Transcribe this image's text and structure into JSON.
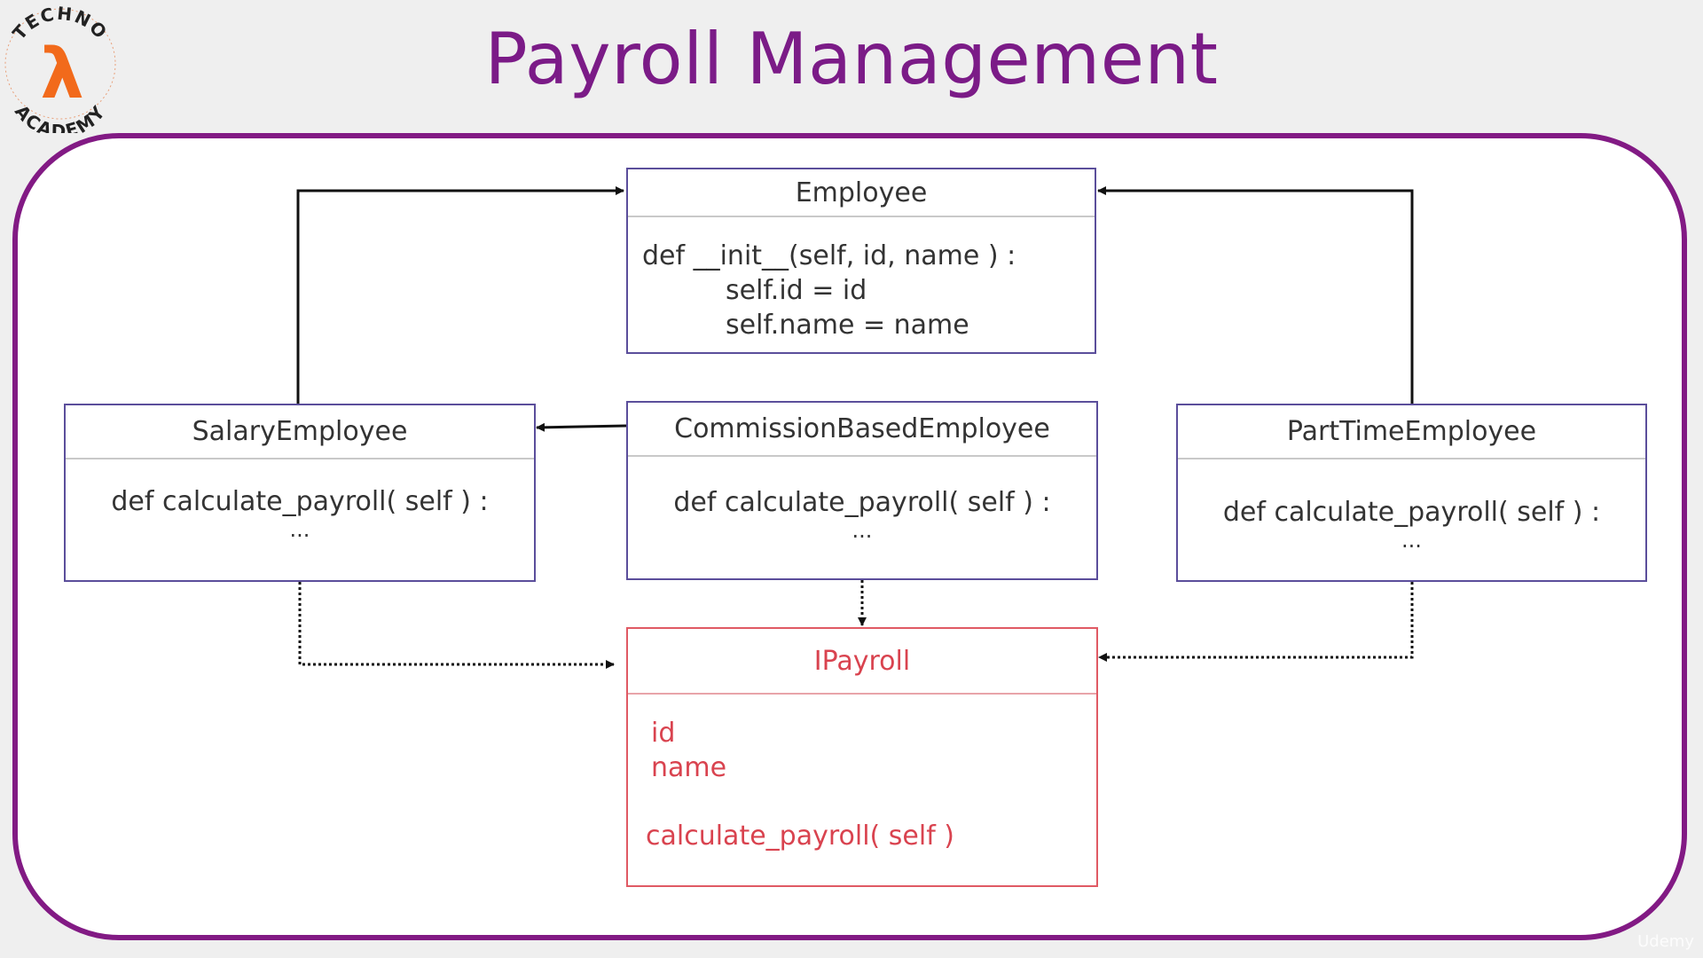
{
  "logo": {
    "top_text": "TECHNO",
    "symbol": "λ",
    "bottom_text": "ACADEMY"
  },
  "title": "Payroll Management",
  "colors": {
    "purple": "#7b1b87",
    "box_border": "#5b4e9b",
    "salary": "#6fbf4a",
    "commission": "#2e8bcb",
    "parttime": "#a0307a",
    "interface": "#d9434f"
  },
  "employee": {
    "name": "Employee",
    "lines": [
      "def __init__(self, id, name ) :",
      "self.id = id",
      "self.name = name"
    ]
  },
  "salary_employee": {
    "name": "SalaryEmployee",
    "method": "def calculate_payroll( self ) :",
    "dots": "..."
  },
  "commission_employee": {
    "name": "CommissionBasedEmployee",
    "method": "def calculate_payroll( self ) :",
    "dots": "..."
  },
  "parttime_employee": {
    "name": "PartTimeEmployee",
    "method": "def calculate_payroll( self ) :",
    "dots": "..."
  },
  "ipayroll": {
    "name": "IPayroll",
    "attr1": "id",
    "attr2": "name",
    "method": "calculate_payroll( self )"
  },
  "watermark": "Udemy"
}
